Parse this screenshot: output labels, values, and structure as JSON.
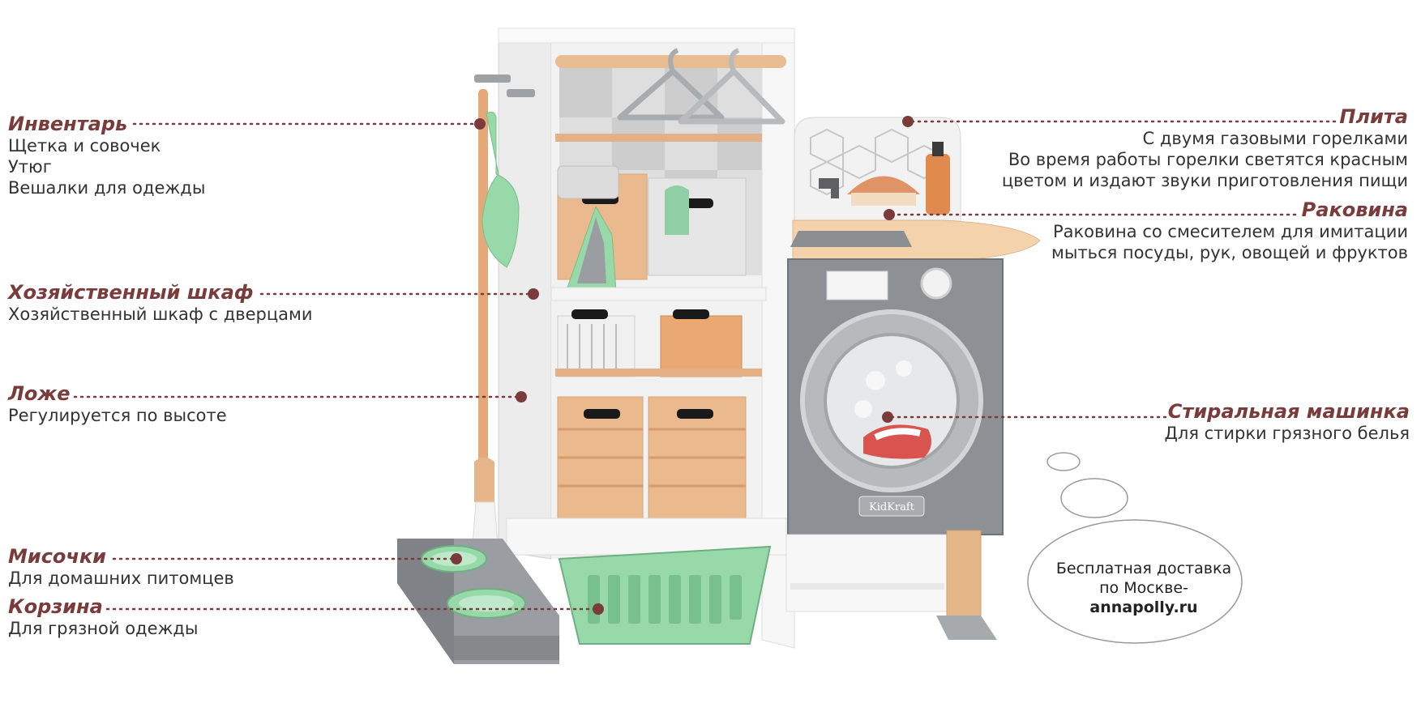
{
  "callouts": {
    "inventory": {
      "title": "Инвентарь",
      "lines": [
        "Щетка и совочек",
        "Утюг",
        "Вешалки для одежды"
      ]
    },
    "utility_cabinet": {
      "title": "Хозяйственный шкаф",
      "lines": [
        "Хозяйственный шкаф с дверцами"
      ]
    },
    "bed": {
      "title": "Ложе",
      "lines": [
        "Регулируется по высоте"
      ]
    },
    "bowls": {
      "title": "Мисочки",
      "lines": [
        "Для домашних питомцев"
      ]
    },
    "basket": {
      "title": "Корзина",
      "lines": [
        "Для грязной одежды"
      ]
    },
    "stove": {
      "title": "Плита",
      "lines": [
        "С двумя газовыми горелками",
        "Во время работы горелки светятся красным",
        "цветом и издают звуки приготовления пищи"
      ]
    },
    "sink": {
      "title": "Раковина",
      "lines": [
        "Раковина со смесителем для имитации",
        "мыться посуды, рук, овощей и фруктов"
      ]
    },
    "washer": {
      "title": "Стиральная машинка",
      "lines": [
        "Для стирки грязного белья"
      ]
    }
  },
  "delivery_bubble": {
    "line1": "Бесплатная доставка",
    "line2": "по Москве-",
    "brand": "annapolly.ru"
  },
  "product": {
    "logo_text": "KidKraft"
  },
  "colors": {
    "title": "#7a3b3b",
    "dot": "#7a3b3b",
    "wood": "#e7b98c",
    "gray": "#8d9094",
    "mint": "#98d9a9",
    "white": "#f4f4f4"
  }
}
